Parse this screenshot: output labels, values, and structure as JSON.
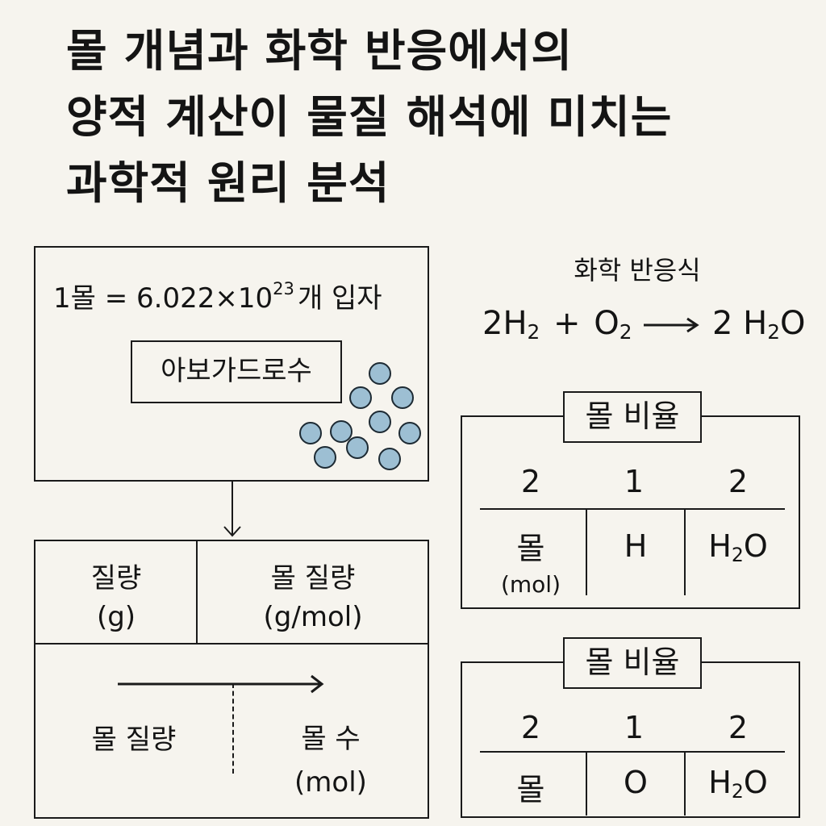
{
  "title": {
    "line1": "몰 개념과 화학 반응에서의",
    "line2": "양적 계산이 물질 해석에 미치는",
    "line3": "과학적 원리 분석"
  },
  "mole_box": {
    "prefix": "1몰 = 6.022×10",
    "exponent": "23",
    "suffix": "개 입자",
    "avogadro_label": "아보가드로수"
  },
  "conversion_box": {
    "mass_label": "질량",
    "mass_unit": "(g)",
    "molar_mass_label": "몰 질량",
    "molar_mass_unit": "(g/mol)",
    "bottom_left_label": "몰 질량",
    "bottom_right_label": "몰 수",
    "bottom_right_unit": "(mol)"
  },
  "reaction": {
    "heading": "화학 반응식",
    "coef_h2": "2H",
    "sub_h2": "2",
    "plus": "+",
    "o2": "O",
    "sub_o2": "2",
    "coef_h2o": "2 H",
    "sub_h2o": "2",
    "h2o_o": "O"
  },
  "ratio_table_1": {
    "heading": "몰 비율",
    "values": [
      "2",
      "1",
      "2"
    ],
    "col1": "몰",
    "col1_unit": "(mol)",
    "col2": "H",
    "col3_h": "H",
    "col3_sub": "2",
    "col3_o": "O"
  },
  "ratio_table_2": {
    "heading": "몰 비율",
    "values": [
      "2",
      "1",
      "2"
    ],
    "col1": "몰",
    "col2": "O",
    "col3_h": "H",
    "col3_sub": "2",
    "col3_o": "O"
  },
  "colors": {
    "background": "#f6f4ee",
    "particle": "#9dbfd3",
    "ink": "#141414"
  }
}
